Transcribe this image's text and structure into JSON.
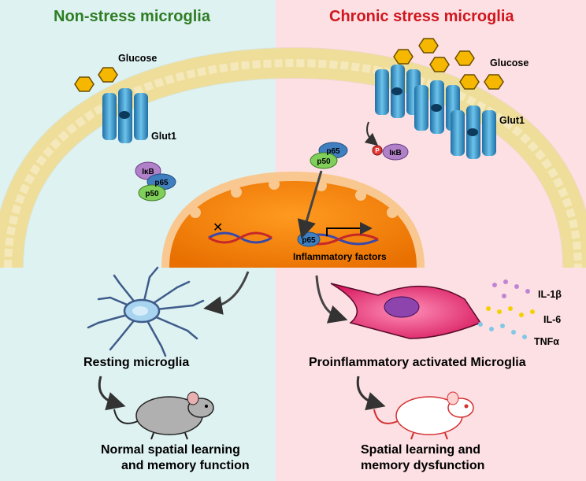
{
  "left_panel": {
    "title": "Non-stress microglia",
    "glucose_label": "Glucose",
    "transporter_label": "Glut1",
    "complex": {
      "ikb": "IκB",
      "p65": "p65",
      "p50": "p50"
    },
    "cell_state": "Resting microglia",
    "outcome_line1": "Normal spatial learning",
    "outcome_line2": "and memory function"
  },
  "right_panel": {
    "title": "Chronic stress microglia",
    "glucose_label": "Glucose",
    "transporter_label": "Glut1",
    "phospho_label": "P",
    "ikb_label": "IκB",
    "dimer": {
      "p65": "p65",
      "p50": "p50"
    },
    "nuclear_p65": "p65",
    "gene_label": "Inflammatory factors",
    "cell_state": "Proinflammatory activated Microglia",
    "cytokines": [
      "IL-1β",
      "IL-6",
      "TNFα"
    ],
    "outcome_line1": "Spatial learning and",
    "outcome_line2": "memory dysfunction"
  },
  "colors": {
    "left_bg": "#dff2f2",
    "right_bg": "#fde0e3",
    "left_title": "#2e7d23",
    "right_title": "#d0161e",
    "nucleus": "#f07d00",
    "glucose": "#f5b700",
    "glut1": "#3a8fc4"
  }
}
